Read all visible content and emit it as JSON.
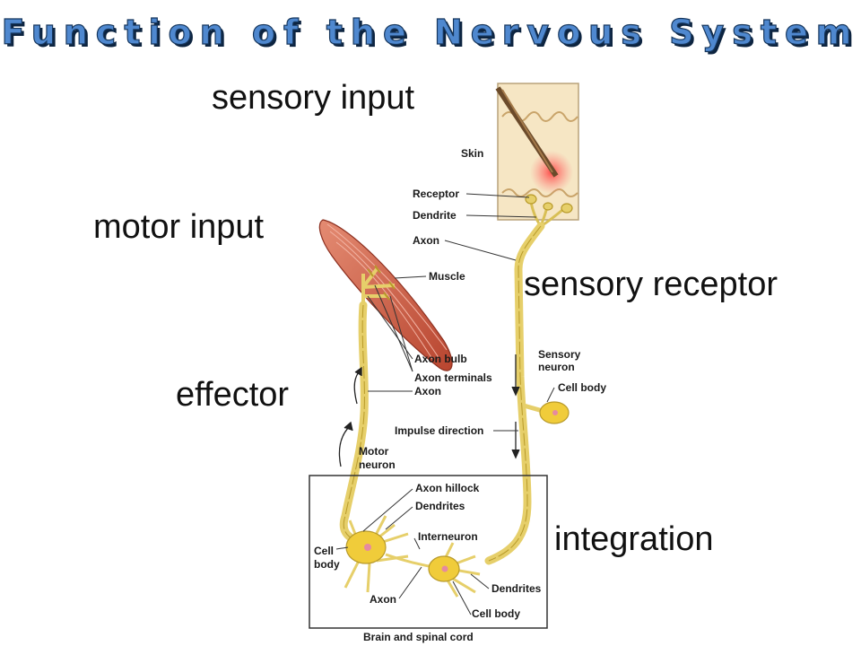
{
  "title": "Function of the Nervous System",
  "labels": {
    "sensory_input": "sensory input",
    "motor_input": "motor input",
    "sensory_receptor": "sensory receptor",
    "effector": "effector",
    "integration": "integration"
  },
  "figure": {
    "skin": "Skin",
    "receptor": "Receptor",
    "dendrite": "Dendrite",
    "axon_top": "Axon",
    "muscle": "Muscle",
    "sensory_neuron_1": "Sensory",
    "sensory_neuron_2": "neuron",
    "cell_body_sensory": "Cell body",
    "axon_bulb": "Axon bulb",
    "axon_terminals": "Axon terminals",
    "axon_motor": "Axon",
    "impulse_direction": "Impulse direction",
    "motor_neuron_1": "Motor",
    "motor_neuron_2": "neuron",
    "axon_hillock": "Axon hillock",
    "dendrites_upper": "Dendrites",
    "interneuron": "Interneuron",
    "cell_body_left_1": "Cell",
    "cell_body_left_2": "body",
    "axon_inter": "Axon",
    "dendrites_lower": "Dendrites",
    "cell_body_inter": "Cell body",
    "brain_spinal": "Brain and spinal cord"
  },
  "colors": {
    "title_fill": "#4f88cf",
    "nerve": "#e6cf6a",
    "nerve_dark": "#b89a2a",
    "muscle": "#c8553d",
    "skin": "#f6e6c4"
  }
}
